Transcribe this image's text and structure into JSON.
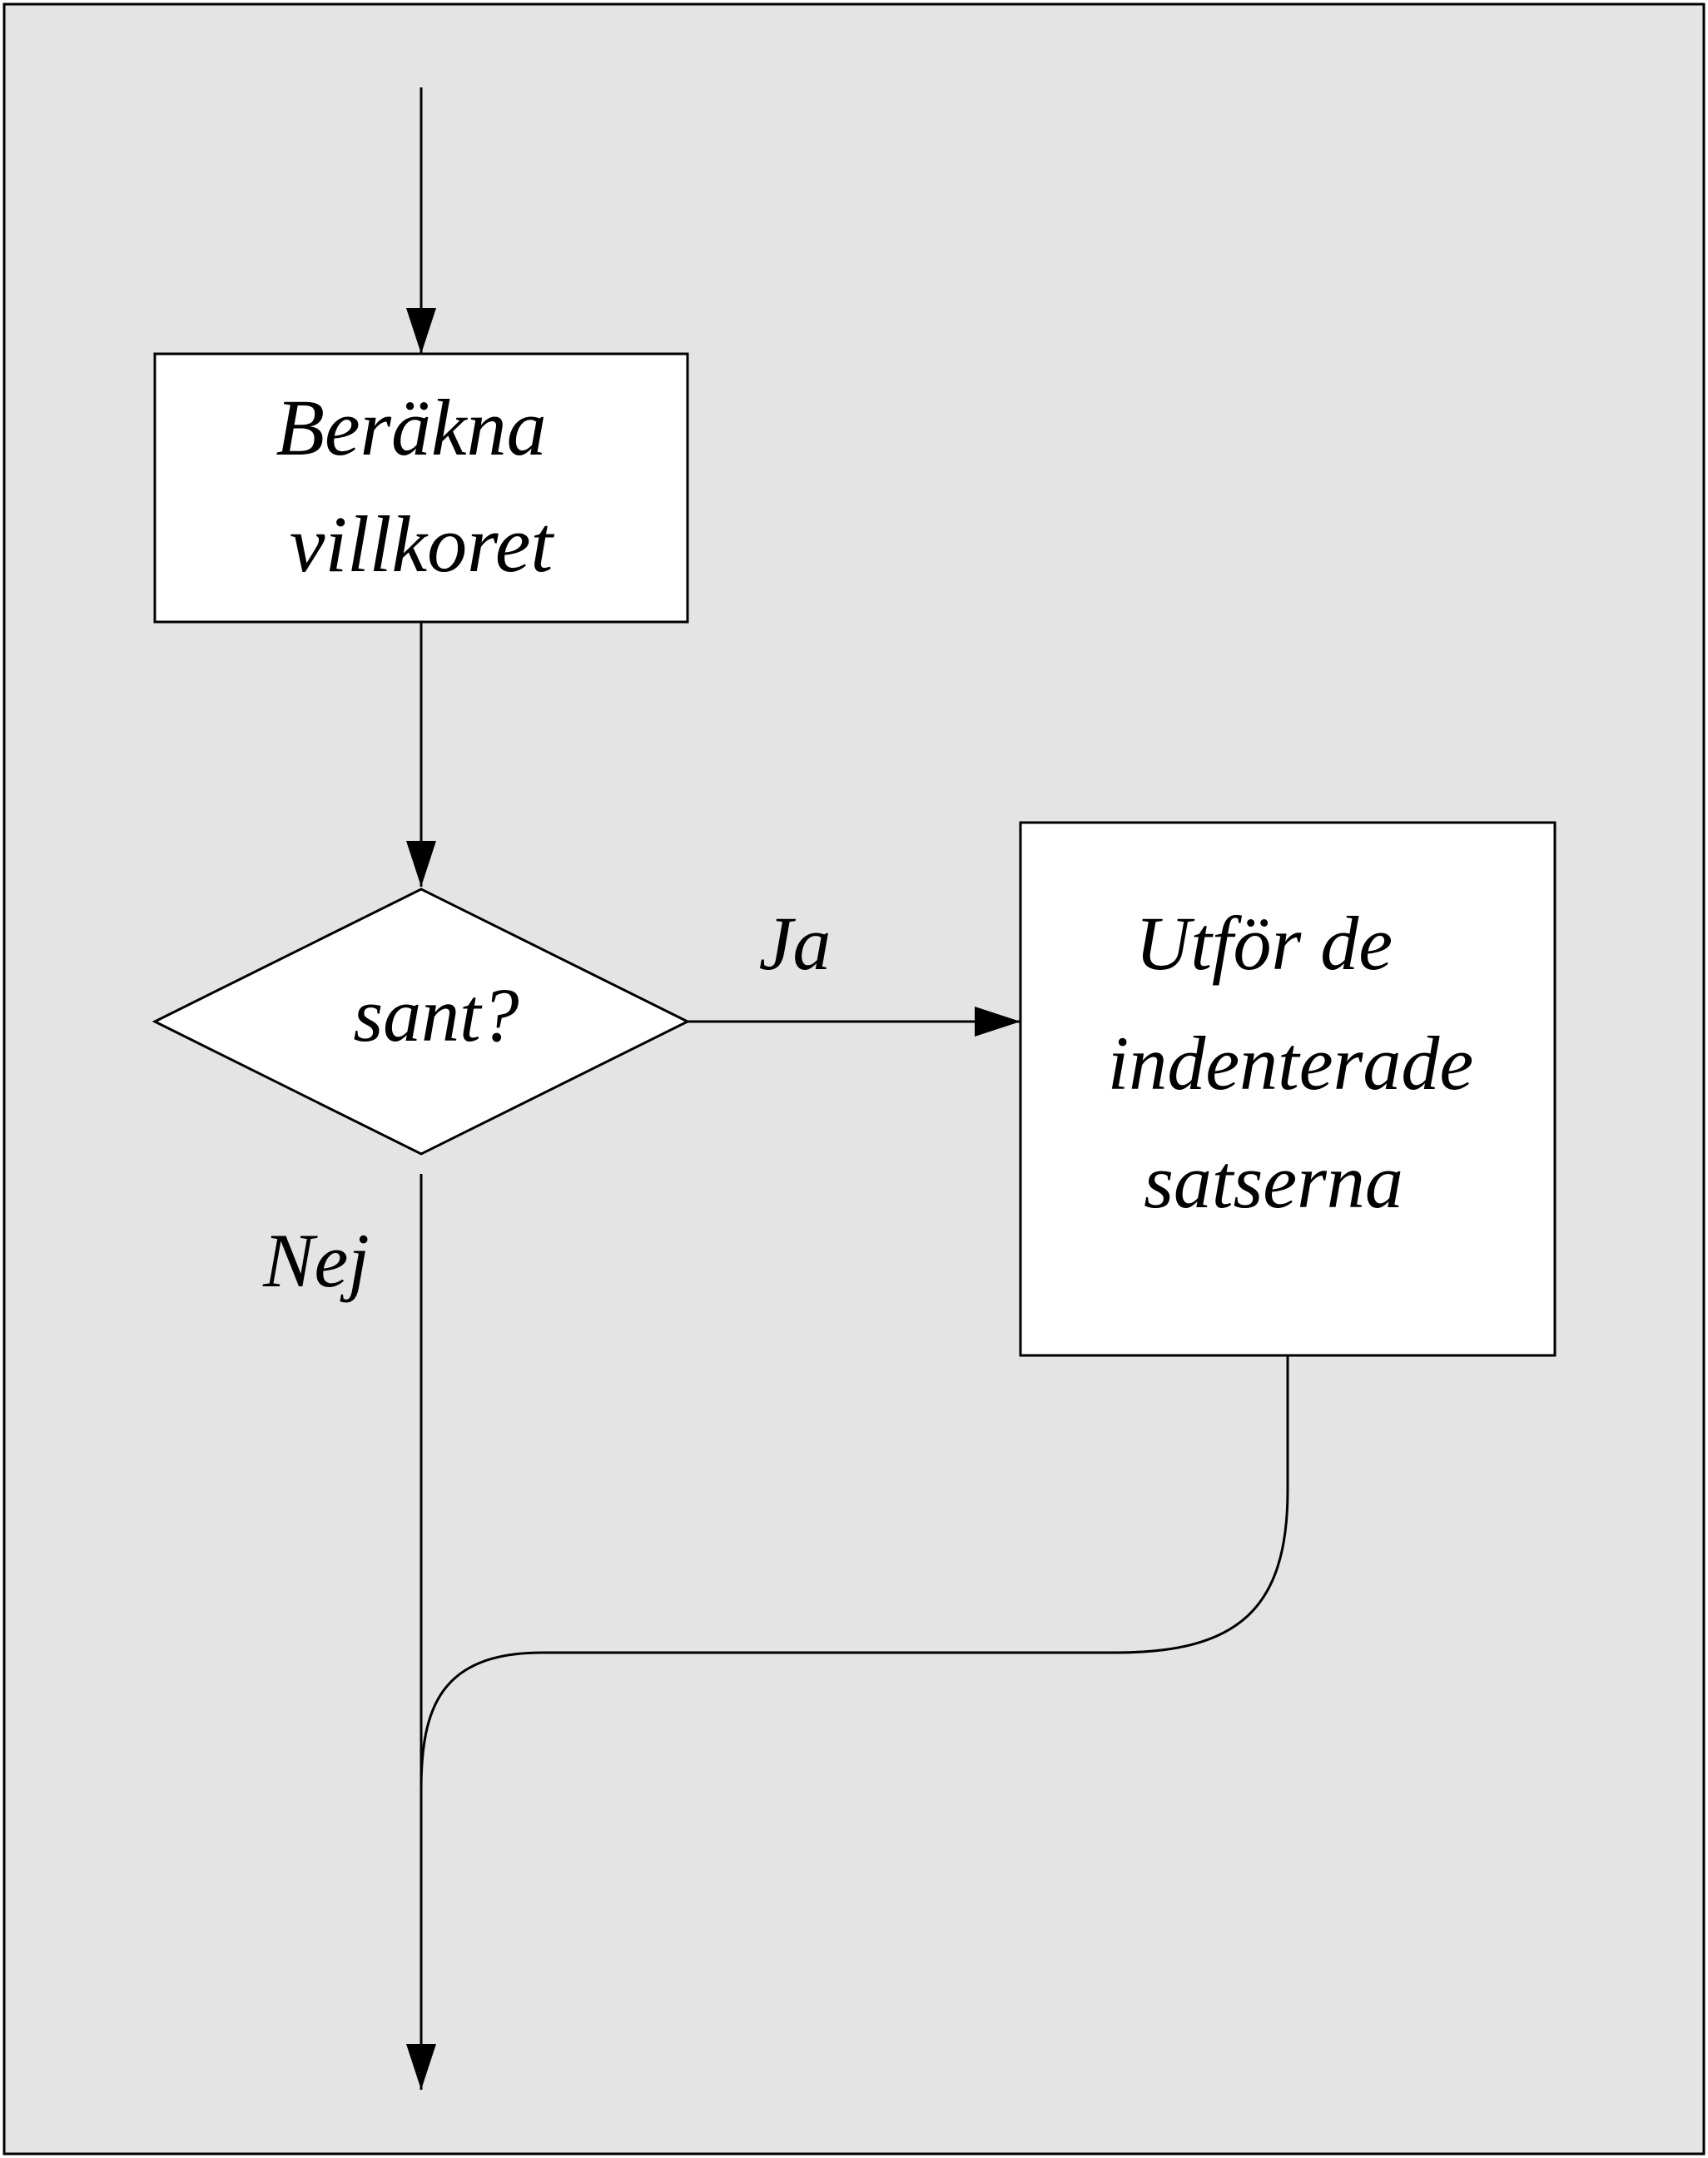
{
  "colors": {
    "background": "#e4e4e4",
    "box_fill": "#ffffff",
    "stroke": "#000000"
  },
  "nodes": {
    "compute": {
      "lines": [
        "Beräkna",
        "villkoret"
      ]
    },
    "decision": {
      "text": "sant?"
    },
    "execute": {
      "lines": [
        "Utför de",
        "indenterade",
        "satserna"
      ]
    }
  },
  "edges": {
    "yes_label": "Ja",
    "no_label": "Nej"
  }
}
